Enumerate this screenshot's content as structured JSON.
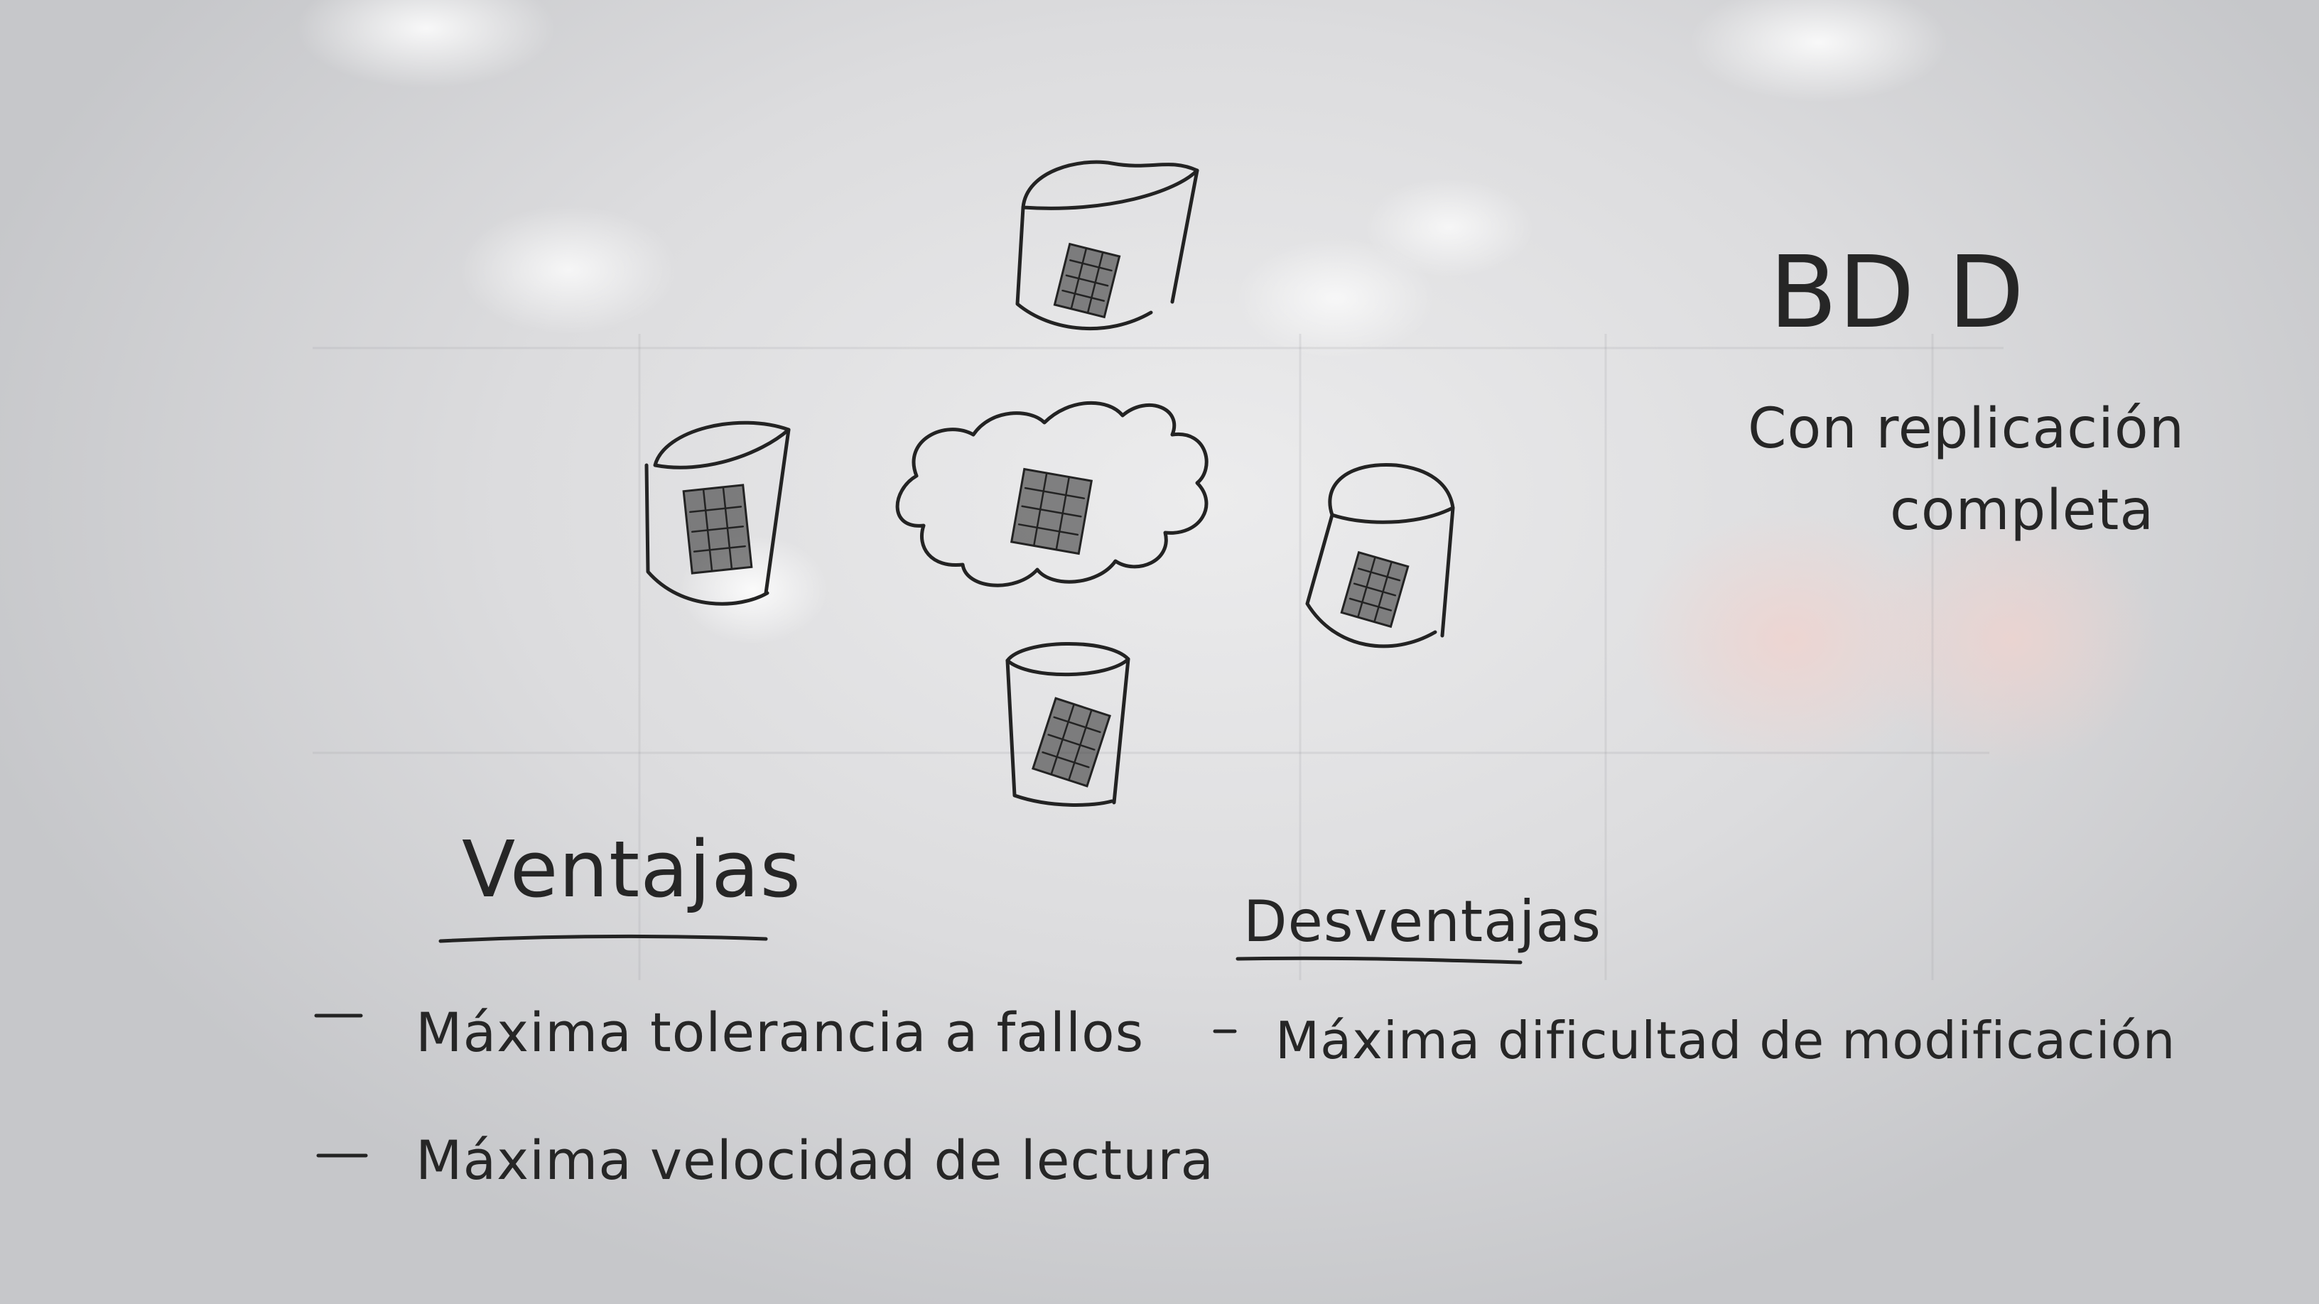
{
  "title": "BD D",
  "subtitle": "Con replicación completa",
  "subtitle_lines": [
    "Con replicación",
    "completa"
  ],
  "advantages": {
    "heading": "Ventajas",
    "items": [
      "Máxima tolerancia a fallos",
      "Máxima velocidad de lectura"
    ]
  },
  "disadvantages": {
    "heading": "Desventajas",
    "items": [
      "Máxima dificultad de modificación"
    ]
  },
  "diagram": {
    "central_node": "cloud-icon",
    "replica_nodes": [
      "database-cylinder-icon",
      "database-cylinder-icon",
      "database-cylinder-icon",
      "database-cylinder-icon"
    ]
  },
  "colors": {
    "ink": "#232323",
    "board": "#e3e3e5"
  }
}
